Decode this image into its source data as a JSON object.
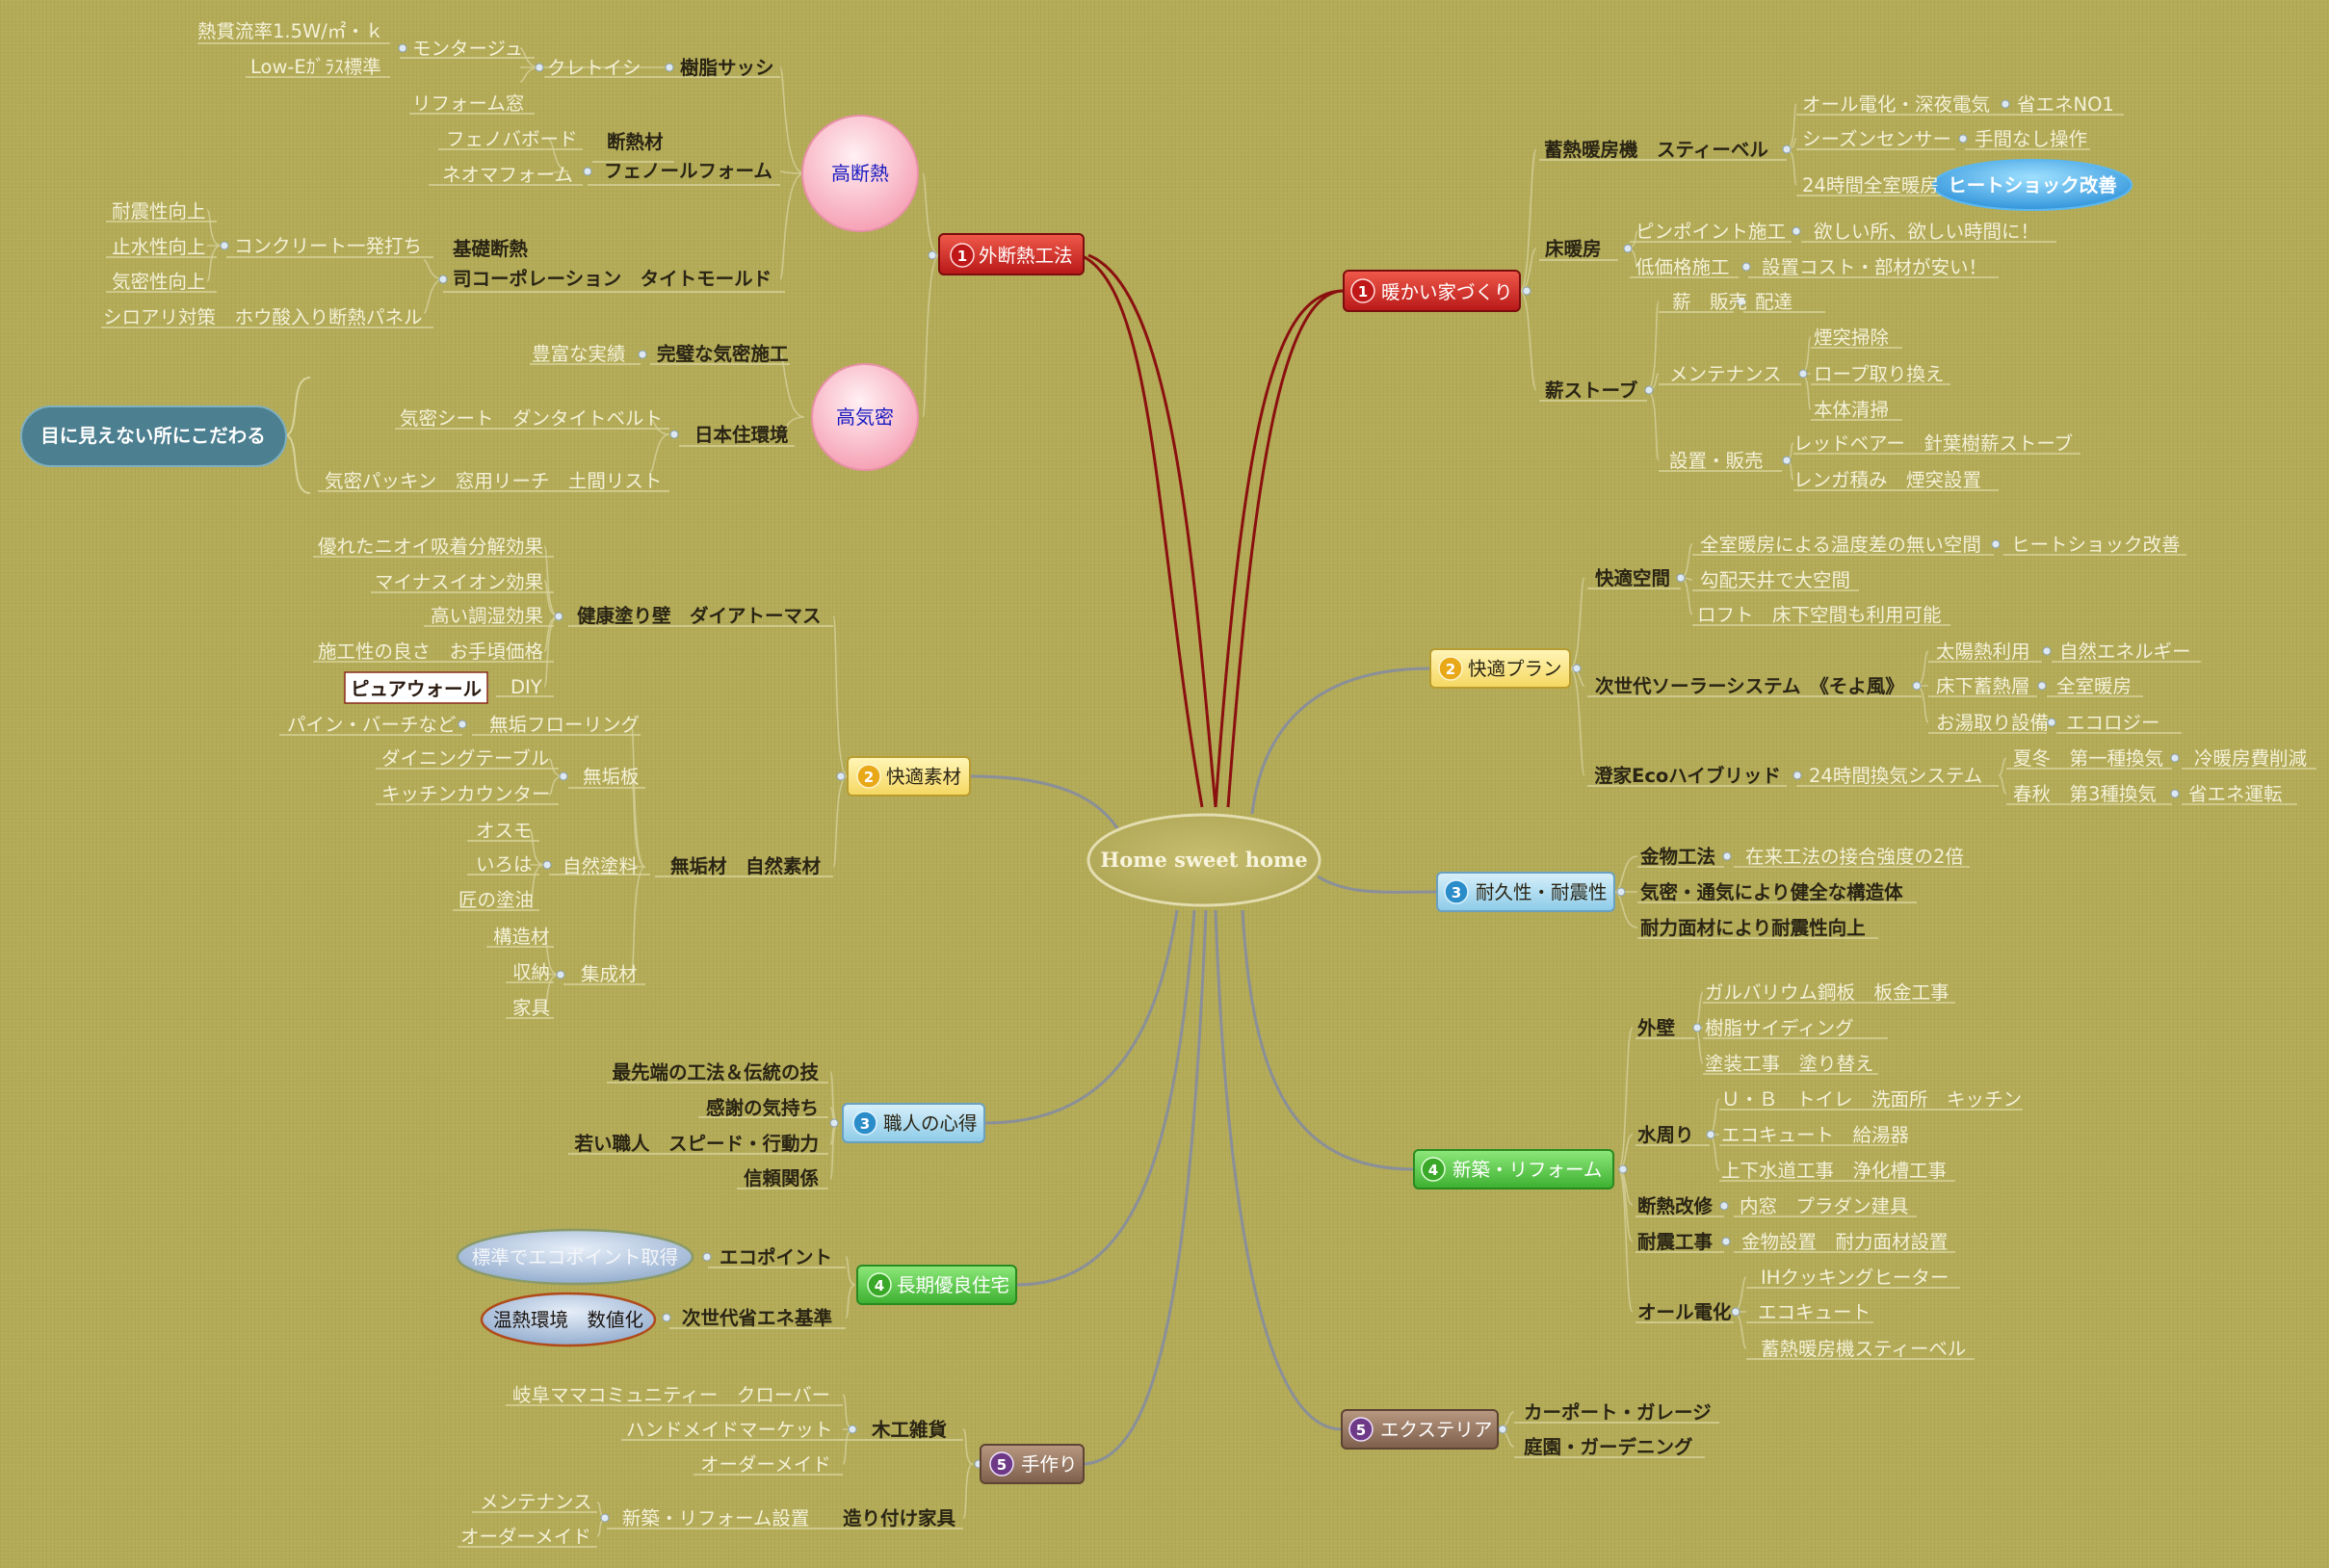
{
  "center": "Home sweet home",
  "callout": "目に見えない所にこだわる",
  "left": {
    "b1": {
      "num": "1",
      "label": "外断熱工法",
      "kodannetsu": "高断熱",
      "kokimitsu": "高気密",
      "jushi": "樹脂サッシ",
      "kureto": "クレトイシ",
      "monta": "モンタージュ",
      "netsu": "熱貫流率1.5W/㎡・ｋ",
      "lowe": "Low-Eｶﾞﾗｽ標準",
      "reform": "リフォーム窓",
      "dannetsuzai": "断熱材",
      "fenolform": "フェノールフォーム",
      "fenoboard": "フェノバボード",
      "neoma": "ネオマフォーム",
      "kiso": "基礎断熱",
      "tsukasa": "司コーポレーション　タイトモールド",
      "concrete": "コンクリート一発打ち",
      "taishin": "耐震性向上",
      "shisui": "止水性向上",
      "kimitsu": "気密性向上",
      "shiroari": "シロアリ対策　ホウ酸入り断熱パネル",
      "kanpeki": "完璧な気密施工",
      "houfu": "豊富な実績",
      "nihon": "日本住環境",
      "kimitsusheet": "気密シート　ダンタイトベルト",
      "packin": "気密パッキン　窓用リーチ　土間リスト"
    },
    "b2": {
      "num": "2",
      "label": "快適素材",
      "kenko": "健康塗り壁　ダイアトーマス",
      "nioi": "優れたニオイ吸着分解効果",
      "minus": "マイナスイオン効果",
      "chousitsu": "高い調湿効果",
      "sekou": "施工性の良さ　お手頃価格",
      "pure": "ピュアウォール",
      "diy": "DIY",
      "muku": "無垢材　自然素材",
      "pine": "パイン・バーチなど",
      "mukuflooring": "無垢フローリング",
      "mukuita": "無垢板",
      "dining": "ダイニングテーブル",
      "kitchen": "キッチンカウンター",
      "shizentoryo": "自然塗料",
      "osmo": "オスモ",
      "iroha": "いろは",
      "takumi": "匠の塗油",
      "shuseizai": "集成材",
      "kouzouzai": "構造材",
      "shuno": "収納",
      "kagu": "家具"
    },
    "b3": {
      "num": "3",
      "label": "職人の心得",
      "items": [
        "最先端の工法＆伝統の技",
        "感謝の気持ち",
        "若い職人　スピード・行動力",
        "信頼関係"
      ]
    },
    "b4": {
      "num": "4",
      "label": "長期優良住宅",
      "ecopoint": "エコポイント",
      "hyoujun": "標準でエコポイント取得",
      "jisedai": "次世代省エネ基準",
      "onnetsu": "温熱環境　数値化"
    },
    "b5": {
      "num": "5",
      "label": "手作り",
      "mokkou": "木工雑貨",
      "gifu": "岐阜ママコミュニティー　クローバー",
      "handmade": "ハンドメイドマーケット",
      "order1": "オーダーメイド",
      "tsukuri": "造り付け家具",
      "shinchiku": "新築・リフォーム設置",
      "mainte": "メンテナンス",
      "order2": "オーダーメイド"
    }
  },
  "right": {
    "r1": {
      "num": "1",
      "label": "暖かい家づくり",
      "chikunetsu": "蓄熱暖房機　スティーベル",
      "alldenka": "オール電化・深夜電気",
      "shoene": "省エネNO1",
      "season": "シーズンセンサー",
      "tema": "手間なし操作",
      "zenshitsu": "24時間全室暖房",
      "heat": "ヒートショック改善",
      "yukadan": "床暖房",
      "pinpoint": "ピンポイント施工",
      "hoshii": "欲しい所、欲しい時間に！",
      "teikakaku": "低価格施工",
      "secchi": "設置コスト・部材が安い！",
      "makistove": "薪ストーブ",
      "maki": "薪　販売",
      "haitatsu": "配達",
      "maintenance": "メンテナンス",
      "entotsu": "煙突掃除",
      "rope": "ロープ取り換え",
      "hontai": "本体清掃",
      "setsubi": "設置・販売",
      "redbear": "レッドベアー　針葉樹薪ストーブ",
      "renga": "レンガ積み　煙突設置"
    },
    "r2": {
      "num": "2",
      "label": "快適プラン",
      "kaiteki": "快適空間",
      "zenshitsudanbou": "全室暖房による温度差の無い空間",
      "heat2": "ヒートショック改善",
      "koubai": "勾配天井で大空間",
      "loft": "ロフト　床下空間も利用可能",
      "solar": "次世代ソーラーシステム　《そよ風》",
      "taiyou": "太陽熱利用",
      "shizenene": "自然エネルギー",
      "yukashita": "床下蓄熱層",
      "zenshitsu2": "全室暖房",
      "oyu": "お湯取り設備",
      "ecology": "エコロジー",
      "sumiie": "澄家Ecoハイブリッド",
      "kanki": "24時間換気システム",
      "natsu": "夏冬　第一種換気",
      "reidan": "冷暖房費削減",
      "haru": "春秋　第3種換気",
      "shoeneunten": "省エネ運転"
    },
    "r3": {
      "num": "3",
      "label": "耐久性・耐震性",
      "kanamono": "金物工法",
      "zairai": "在来工法の接合強度の2倍",
      "kimitsukanki": "気密・通気により健全な構造体",
      "tairyoku": "耐力面材により耐震性向上"
    },
    "r4": {
      "num": "4",
      "label": "新築・リフォーム",
      "gaiheki": "外壁",
      "galva": "ガルバリウム鋼板　板金工事",
      "jushisiding": "樹脂サイディング",
      "tosou": "塗装工事　塗り替え",
      "mizumawari": "水周り",
      "ub": "Ｕ・Ｂ　トイレ　洗面所　キッチン",
      "ecocute": "エコキュート　給湯器",
      "jougesui": "上下水道工事　浄化槽工事",
      "dannetsukaishu": "断熱改修",
      "uchimado": "内窓　プラダン建具",
      "taishinkouji": "耐震工事",
      "kanamonosecchi": "金物設置　耐力面材設置",
      "alldenka2": "オール電化",
      "ih": "IHクッキングヒーター",
      "ecocute2": "エコキュート",
      "chikunetsu2": "蓄熱暖房機スティーベル"
    },
    "r5": {
      "num": "5",
      "label": "エクステリア",
      "carport": "カーポート・ガレージ",
      "teien": "庭園・ガーデニング"
    }
  }
}
